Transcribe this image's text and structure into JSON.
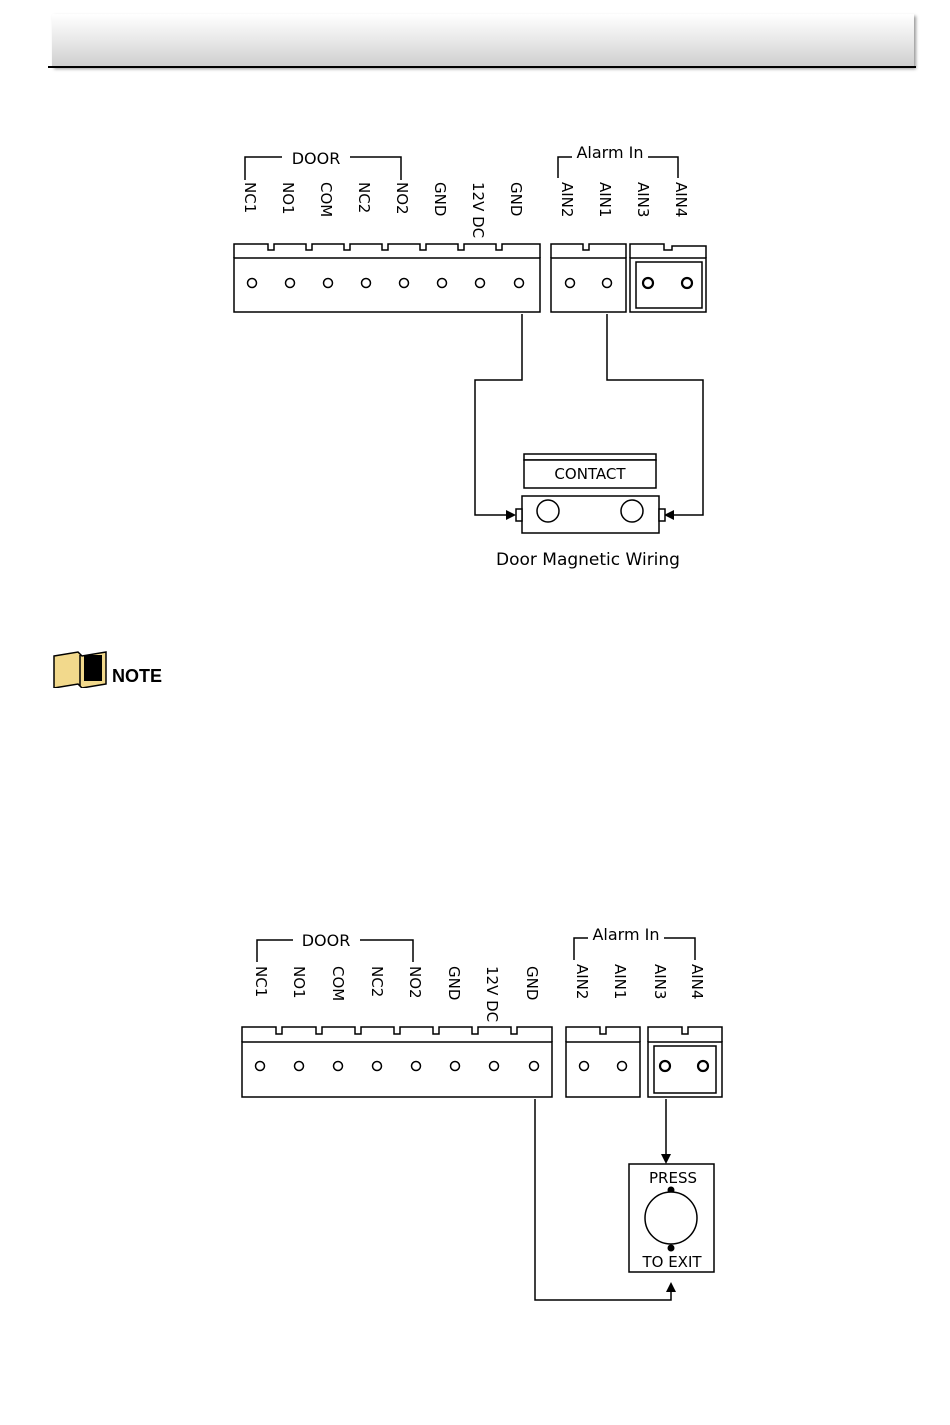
{
  "diagram1": {
    "door_label": "DOOR",
    "alarm_label": "Alarm In",
    "door_terminals": [
      "NC1",
      "NO1",
      "COM",
      "NC2",
      "NO2",
      "GND",
      "12V DC",
      "GND"
    ],
    "alarm_terminals": [
      "AIN2",
      "AIN1",
      "AIN3",
      "AIN4"
    ],
    "contact_label": "CONTACT",
    "caption": "Door Magnetic Wiring"
  },
  "note": {
    "label": "NOTE",
    "icon": "info-icon",
    "icon_color": "#f2d98c"
  },
  "diagram2": {
    "door_label": "DOOR",
    "alarm_label": "Alarm In",
    "door_terminals": [
      "NC1",
      "NO1",
      "COM",
      "NC2",
      "NO2",
      "GND",
      "12V DC",
      "GND"
    ],
    "alarm_terminals": [
      "AIN2",
      "AIN1",
      "AIN3",
      "AIN4"
    ],
    "button_top": "PRESS",
    "button_bottom": "TO EXIT"
  }
}
